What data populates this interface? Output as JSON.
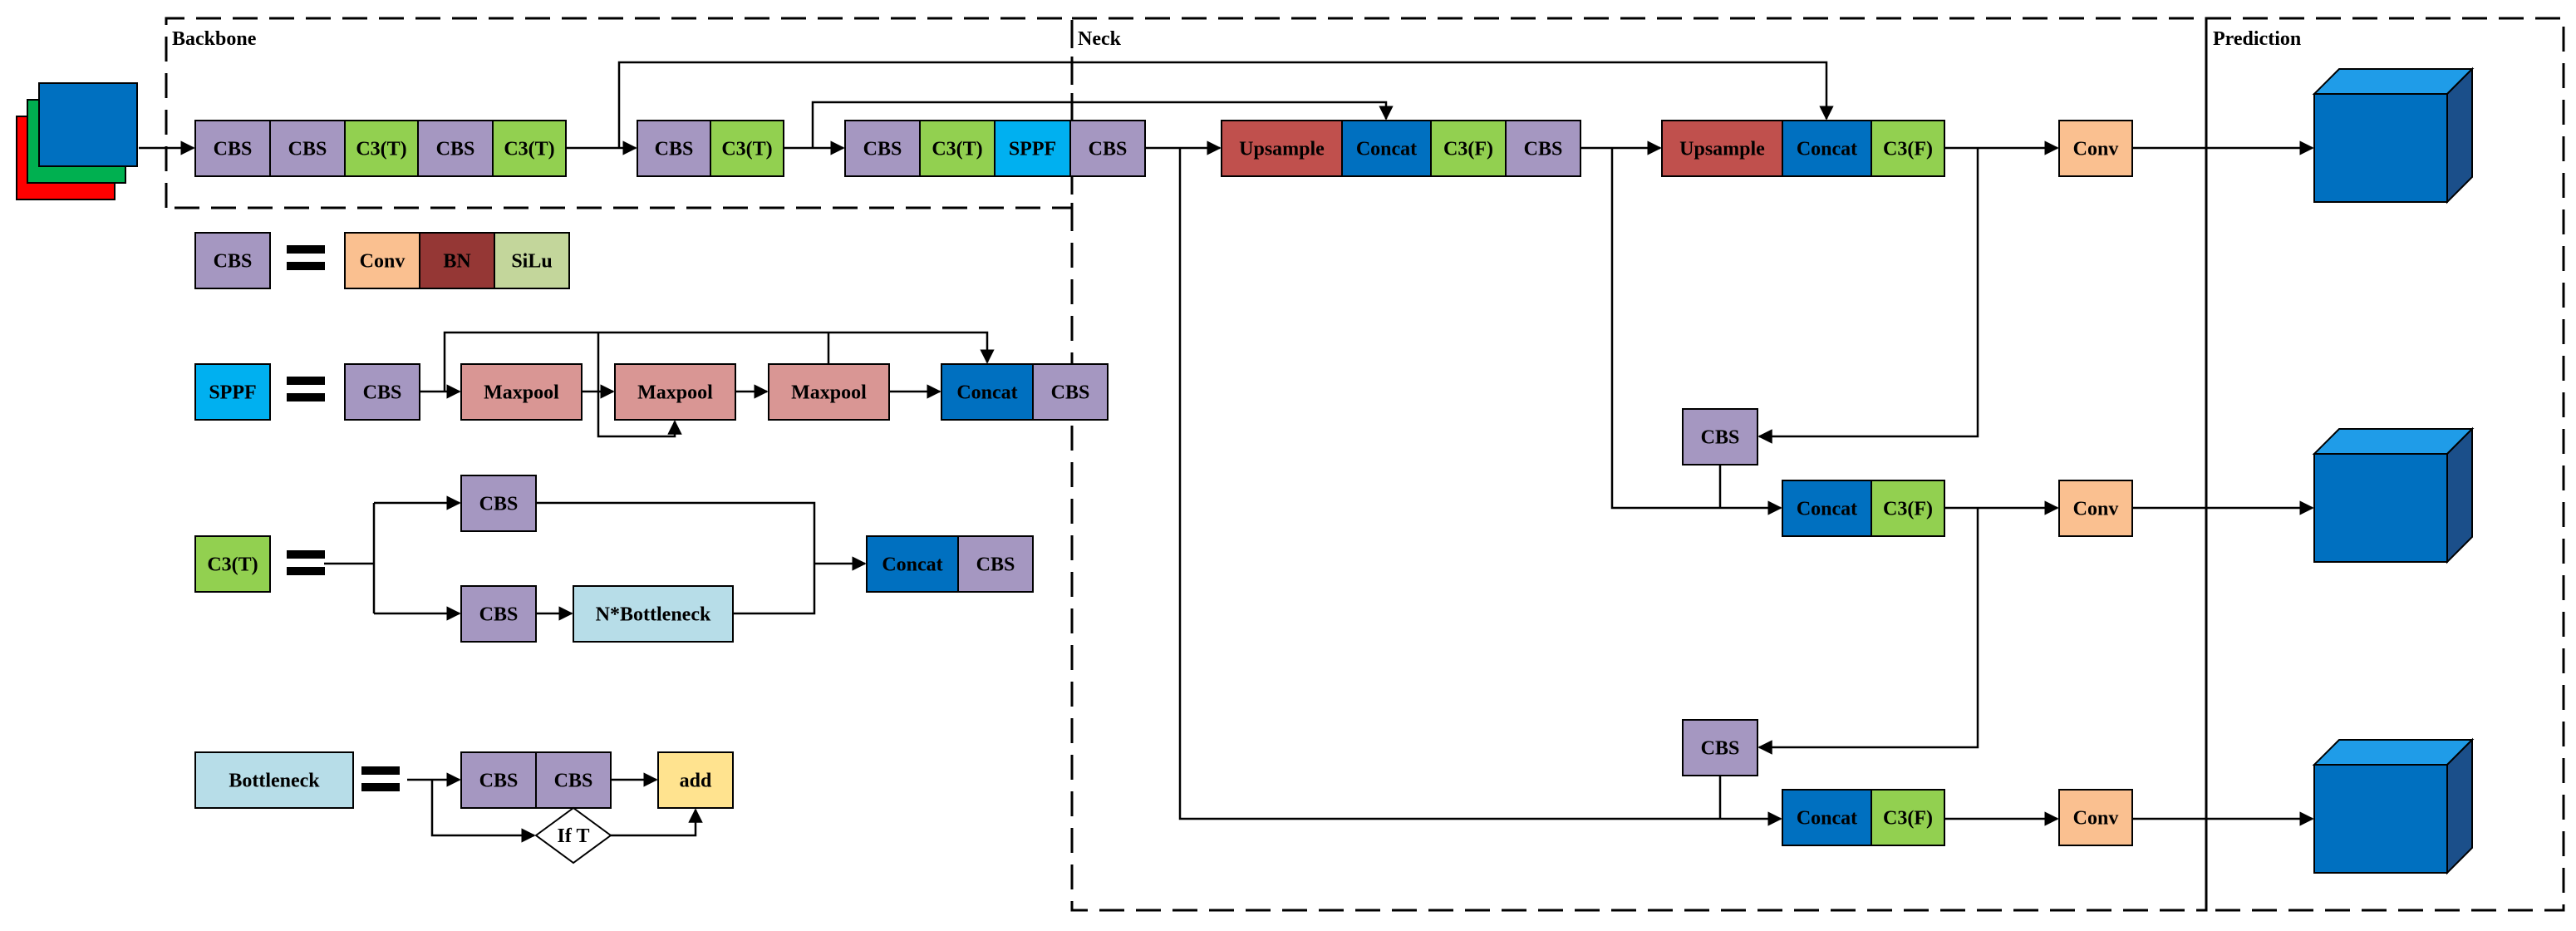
{
  "sections": {
    "backbone": "Backbone",
    "neck": "Neck",
    "prediction": "Prediction"
  },
  "labels": {
    "cbs": "CBS",
    "c3t": "C3(T)",
    "c3f": "C3(F)",
    "sppf": "SPPF",
    "upsample": "Upsample",
    "concat": "Concat",
    "conv": "Conv",
    "bn": "BN",
    "silu": "SiLu",
    "maxpool": "Maxpool",
    "nbottleneck": "N*Bottleneck",
    "bottleneck": "Bottleneck",
    "add": "add",
    "ift": "If T"
  },
  "colors": {
    "cbs": "#a597c1",
    "c3": "#92d050",
    "sppf": "#00b0f0",
    "upsample": "#c0504d",
    "concat": "#0070c0",
    "conv": "#fac090",
    "bn": "#953735",
    "silu": "#c3d69b",
    "maxpool": "#d99694",
    "bottleneck": "#b7dde8",
    "add": "#ffe38f",
    "cube_front": "#0070c0",
    "cube_top": "#1f9ce8",
    "cube_side": "#1b4f8a",
    "input_red": "#ff0000",
    "input_green": "#00b050",
    "input_blue": "#0070c0"
  }
}
